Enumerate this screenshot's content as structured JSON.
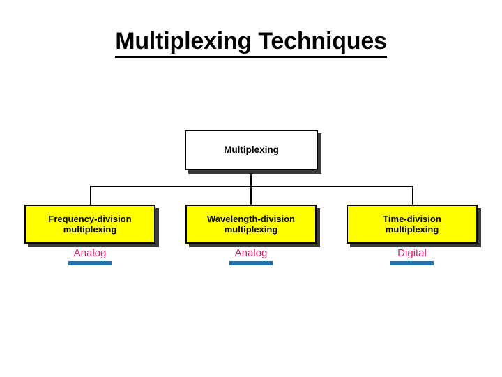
{
  "slide": {
    "title": "Multiplexing Techniques",
    "background_color": "#FFFFFF"
  },
  "diagram": {
    "type": "hierarchy-tree",
    "root": {
      "label": "Multiplexing",
      "fill_color": "#FFFFFF",
      "border_color": "#000000",
      "shadow_color": "#3D3D3D"
    },
    "children": [
      {
        "id": "fdm",
        "label": "Frequency-division\nmultiplexing",
        "signal_type": "Analog",
        "fill_color": "#FFFF00",
        "border_color": "#000000",
        "signal_text_color": "#D6246E",
        "signal_bar_color": "#1F72B8"
      },
      {
        "id": "wdm",
        "label": "Wavelength-division\nmultiplexing",
        "signal_type": "Analog",
        "fill_color": "#FFFF00",
        "border_color": "#000000",
        "signal_text_color": "#D6246E",
        "signal_bar_color": "#1F72B8"
      },
      {
        "id": "tdm",
        "label": "Time-division\nmultiplexing",
        "signal_type": "Digital",
        "fill_color": "#FFFF00",
        "border_color": "#000000",
        "signal_text_color": "#D6246E",
        "signal_bar_color": "#1F72B8"
      }
    ],
    "connector_color": "#000000"
  }
}
